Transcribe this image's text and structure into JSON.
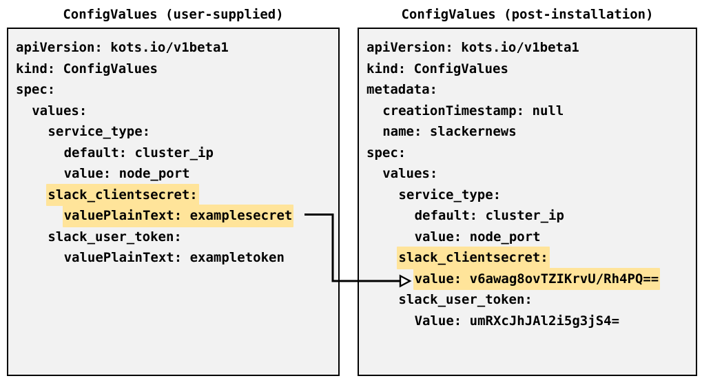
{
  "panels": {
    "left": {
      "title": "ConfigValues (user-supplied)",
      "lines": [
        {
          "indent": 0,
          "text": "apiVersion: kots.io/v1beta1",
          "highlight": false
        },
        {
          "indent": 0,
          "text": "kind: ConfigValues",
          "highlight": false
        },
        {
          "indent": 0,
          "text": "spec:",
          "highlight": false
        },
        {
          "indent": 1,
          "text": "values:",
          "highlight": false
        },
        {
          "indent": 2,
          "text": "service_type:",
          "highlight": false
        },
        {
          "indent": 3,
          "text": "default: cluster_ip",
          "highlight": false
        },
        {
          "indent": 3,
          "text": "value: node_port",
          "highlight": false
        },
        {
          "indent": 2,
          "text": "slack_clientsecret:",
          "highlight": true
        },
        {
          "indent": 3,
          "text": "valuePlainText: examplesecret",
          "highlight": true
        },
        {
          "indent": 2,
          "text": "slack_user_token:",
          "highlight": false
        },
        {
          "indent": 3,
          "text": "valuePlainText: exampletoken",
          "highlight": false
        }
      ]
    },
    "right": {
      "title": "ConfigValues (post-installation)",
      "lines": [
        {
          "indent": 0,
          "text": "apiVersion: kots.io/v1beta1",
          "highlight": false
        },
        {
          "indent": 0,
          "text": "kind: ConfigValues",
          "highlight": false
        },
        {
          "indent": 0,
          "text": "metadata:",
          "highlight": false
        },
        {
          "indent": 1,
          "text": "creationTimestamp: null",
          "highlight": false
        },
        {
          "indent": 1,
          "text": "name: slackernews",
          "highlight": false
        },
        {
          "indent": 0,
          "text": "spec:",
          "highlight": false
        },
        {
          "indent": 1,
          "text": "values:",
          "highlight": false
        },
        {
          "indent": 2,
          "text": "service_type:",
          "highlight": false
        },
        {
          "indent": 3,
          "text": "default: cluster_ip",
          "highlight": false
        },
        {
          "indent": 3,
          "text": "value: node_port",
          "highlight": false
        },
        {
          "indent": 2,
          "text": "slack_clientsecret:",
          "highlight": true
        },
        {
          "indent": 3,
          "text": "value: v6awag8ovTZIKrvU/Rh4PQ==",
          "highlight": true
        },
        {
          "indent": 2,
          "text": "slack_user_token:",
          "highlight": false
        },
        {
          "indent": 3,
          "text": "Value: umRXcJhJAl2i5g3jS4=",
          "highlight": false
        }
      ]
    }
  },
  "connector": {
    "label": "examplesecret-to-encrypted-value-arrow",
    "from": "valuePlainText: examplesecret",
    "to": "value: v6awag8ovTZIKrvU/Rh4PQ=="
  },
  "colors": {
    "highlight": "#ffe49a",
    "panel_background": "#f2f2f2",
    "border": "#000000",
    "text": "#000000",
    "page_background": "#ffffff"
  }
}
